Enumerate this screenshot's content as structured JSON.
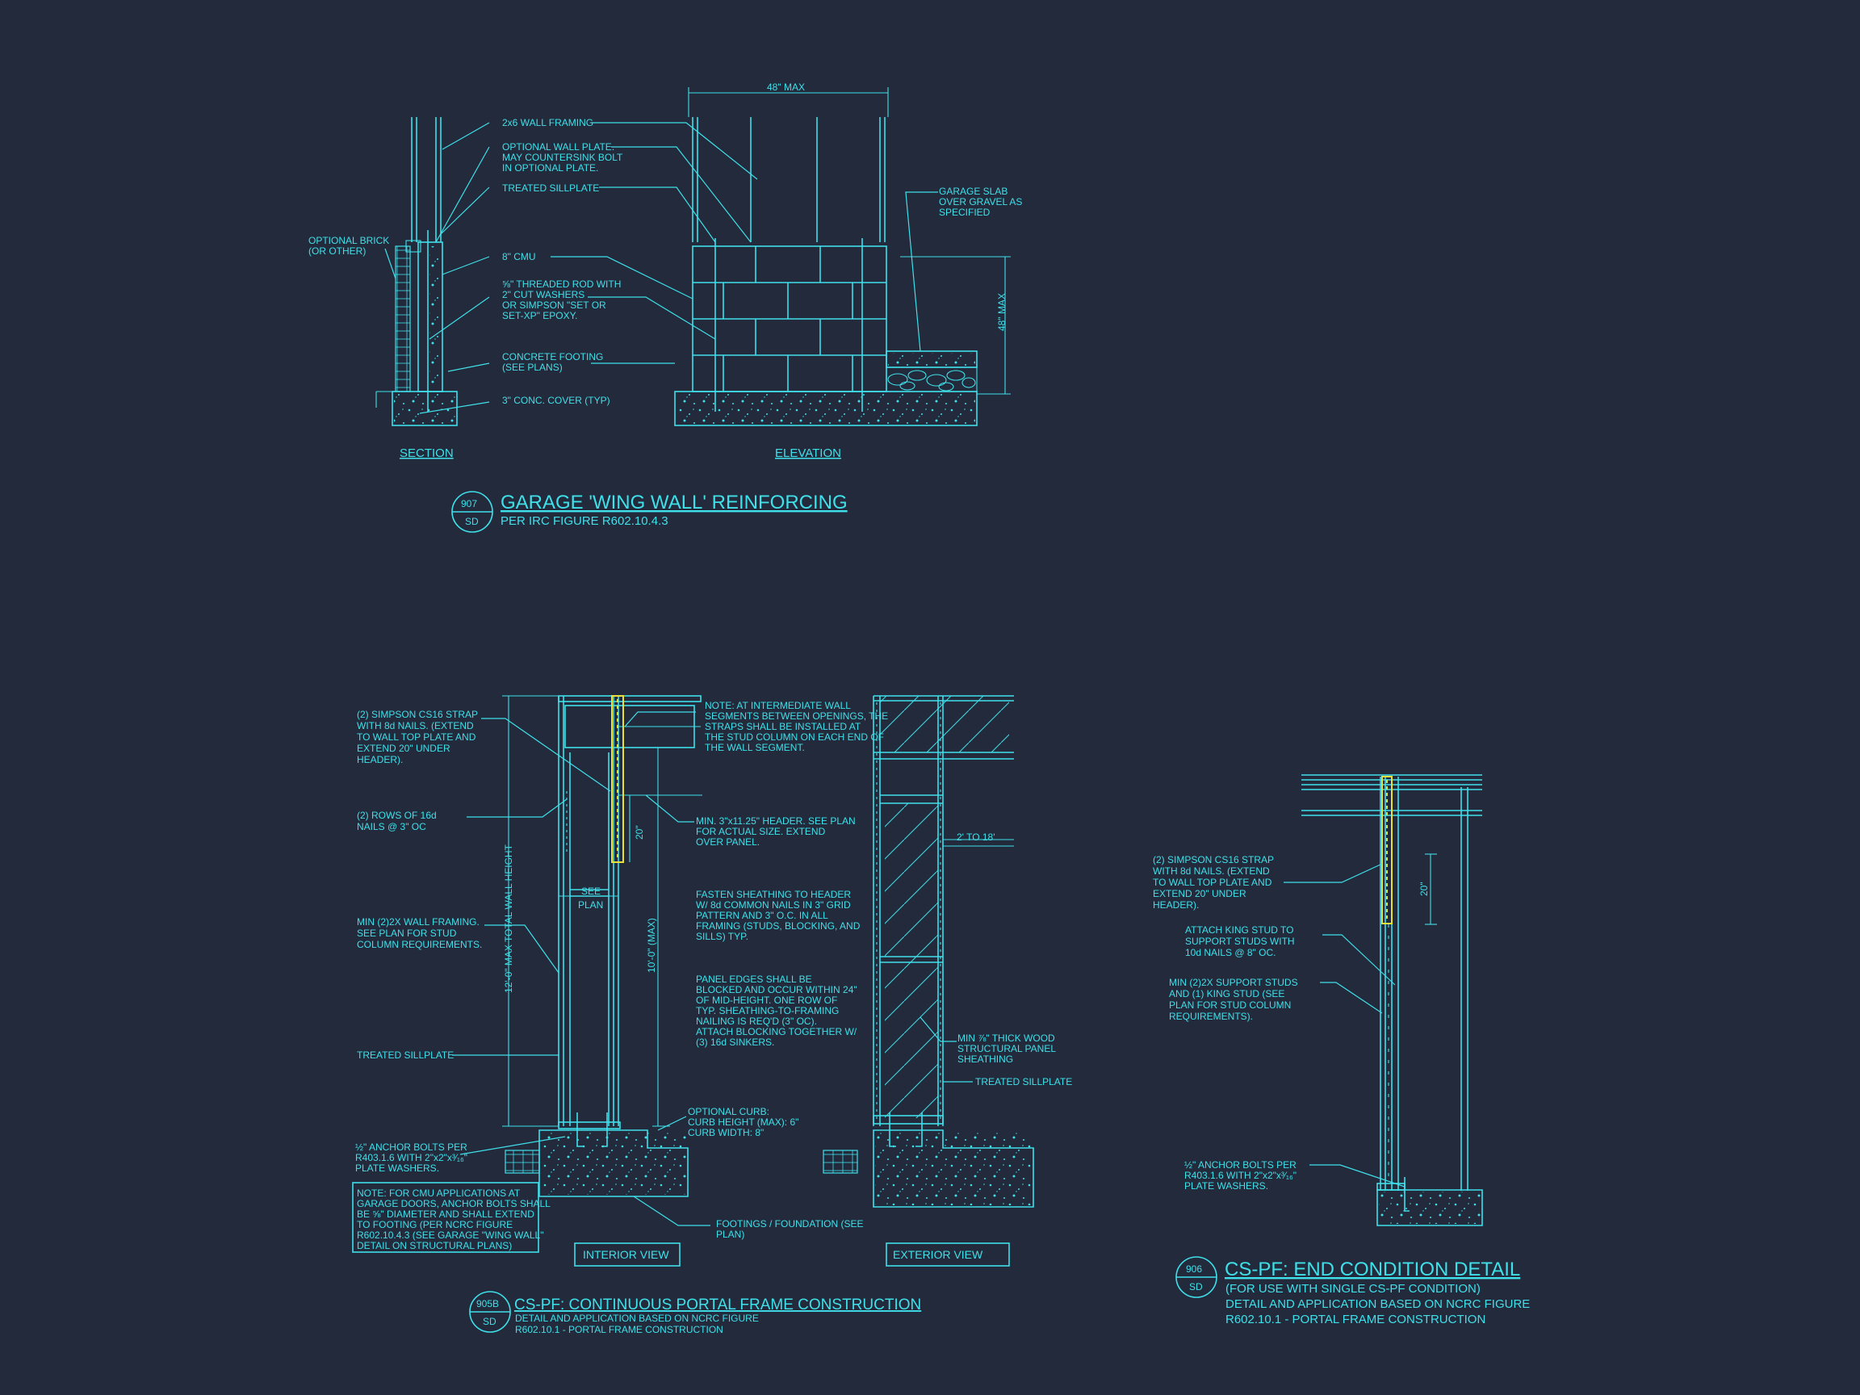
{
  "detail_907": {
    "bubble_top": "907",
    "bubble_bottom": "SD",
    "title": "GARAGE 'WING WALL' REINFORCING",
    "subtitle": "PER IRC FIGURE R602.10.4.3",
    "section_label": "SECTION",
    "elevation_label": "ELEVATION",
    "dim_top": "48\" MAX",
    "dim_side": "48\" MAX",
    "notes": {
      "wall_framing": "2x6 WALL FRAMING",
      "wall_plate": [
        "OPTIONAL WALL PLATE.",
        "MAY COUNTERSINK BOLT",
        "IN OPTIONAL PLATE."
      ],
      "sillplate": "TREATED SILLPLATE",
      "brick": [
        "OPTIONAL BRICK",
        "(OR OTHER)"
      ],
      "cmu": "8\" CMU",
      "rod": [
        "⅝\" THREADED ROD WITH",
        "2\" CUT WASHERS",
        "OR SIMPSON \"SET OR",
        "SET-XP\" EPOXY."
      ],
      "footing": [
        "CONCRETE FOOTING",
        "(SEE PLANS)"
      ],
      "cover": "3\" CONC. COVER (TYP)",
      "slab": [
        "GARAGE SLAB",
        "OVER GRAVEL AS",
        "SPECIFIED"
      ]
    }
  },
  "detail_905b": {
    "bubble_top": "905B",
    "bubble_bottom": "SD",
    "title": "CS-PF: CONTINUOUS PORTAL FRAME CONSTRUCTION",
    "subtitle1": "DETAIL AND APPLICATION BASED ON NCRC FIGURE",
    "subtitle2": "R602.10.1 - PORTAL FRAME CONSTRUCTION",
    "interior_view": "INTERIOR VIEW",
    "exterior_view": "EXTERIOR VIEW",
    "dim_20": "20\"",
    "dim_total": "12'-0\" MAX TOTAL WALL HEIGHT",
    "dim_10": "10'-0\" (MAX)",
    "see_plan": [
      "SEE",
      "PLAN"
    ],
    "dim_2to18": "2' TO 18'",
    "notes": {
      "strap": [
        "(2) SIMPSON CS16 STRAP",
        "WITH 8d NAILS. (EXTEND",
        "TO WALL TOP PLATE AND",
        "EXTEND 20\" UNDER",
        "HEADER)."
      ],
      "nails": [
        "(2) ROWS OF 16d",
        "NAILS @ 3\" OC"
      ],
      "framing": [
        "MIN (2)2X WALL FRAMING.",
        "SEE PLAN FOR STUD",
        "COLUMN REQUIREMENTS."
      ],
      "sillplate": "TREATED SILLPLATE",
      "anchor": [
        "½\" ANCHOR BOLTS PER",
        "R403.1.6 WITH 2\"x2\"x³⁄₁₆\"",
        "PLATE WASHERS."
      ],
      "cmu_note": [
        "NOTE: FOR CMU APPLICATIONS AT",
        "GARAGE DOORS, ANCHOR BOLTS SHALL",
        "BE ⅝\" DIAMETER AND SHALL EXTEND",
        "TO FOOTING (PER NCRC FIGURE",
        "R602.10.4.3 (SEE GARAGE \"WING WALL\"",
        "DETAIL ON STRUCTURAL PLANS)"
      ],
      "intermediate": [
        "NOTE: AT INTERMEDIATE WALL",
        "SEGMENTS BETWEEN OPENINGS, THE",
        "STRAPS SHALL BE INSTALLED AT",
        "THE STUD COLUMN ON EACH END OF",
        "THE WALL SEGMENT."
      ],
      "header": [
        "MIN. 3\"x11.25\" HEADER. SEE PLAN",
        "FOR ACTUAL SIZE. EXTEND",
        "OVER PANEL."
      ],
      "fasten": [
        "FASTEN SHEATHING TO HEADER",
        "W/ 8d COMMON NAILS IN 3\" GRID",
        "PATTERN AND 3\" O.C. IN ALL",
        "FRAMING (STUDS, BLOCKING, AND",
        "SILLS) TYP."
      ],
      "panel": [
        "PANEL EDGES SHALL BE",
        "BLOCKED AND OCCUR WITHIN 24\"",
        "OF MID-HEIGHT.  ONE ROW OF",
        "TYP. SHEATHING-TO-FRAMING",
        "NAILING IS REQ'D (3\" OC).",
        "ATTACH BLOCKING TOGETHER W/",
        "(3) 16d SINKERS."
      ],
      "curb": [
        "OPTIONAL CURB:",
        "CURB HEIGHT (MAX): 6\"",
        "CURB WIDTH: 8\""
      ],
      "footings": [
        "FOOTINGS / FOUNDATION (SEE",
        "PLAN)"
      ],
      "sheathing": [
        "MIN ⅞\" THICK WOOD",
        "STRUCTURAL PANEL",
        "SHEATHING"
      ],
      "sillplate2": "TREATED SILLPLATE"
    }
  },
  "detail_906": {
    "bubble_top": "906",
    "bubble_bottom": "SD",
    "title": "CS-PF: END CONDITION DETAIL",
    "subtitle1": "(FOR USE WITH SINGLE CS-PF CONDITION)",
    "subtitle2": "DETAIL AND APPLICATION BASED ON NCRC FIGURE",
    "subtitle3": "R602.10.1 - PORTAL FRAME CONSTRUCTION",
    "dim_20": "20\"",
    "notes": {
      "strap": [
        "(2) SIMPSON CS16 STRAP",
        "WITH 8d NAILS. (EXTEND",
        "TO WALL TOP PLATE AND",
        "EXTEND 20\" UNDER",
        "HEADER)."
      ],
      "king": [
        "ATTACH KING STUD TO",
        "SUPPORT STUDS WITH",
        "10d NAILS @ 8\" OC."
      ],
      "support": [
        "MIN (2)2X SUPPORT STUDS",
        "AND (1) KING STUD (SEE",
        "PLAN FOR STUD COLUMN",
        "REQUIREMENTS)."
      ],
      "anchor": [
        "½\" ANCHOR BOLTS PER",
        "R403.1.6 WITH 2\"x2\"x³⁄₁₆\"",
        "PLATE WASHERS."
      ]
    }
  },
  "colors": {
    "background": "#222a3b",
    "linework": "#3fe0ea",
    "strap": "#e8e03a"
  }
}
